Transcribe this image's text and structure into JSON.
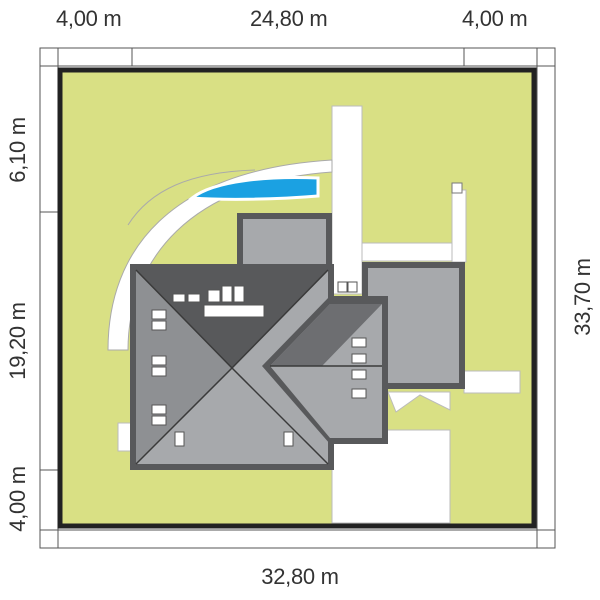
{
  "dimensions": {
    "top_left": "4,00 m",
    "top_middle": "24,80 m",
    "top_right": "4,00 m",
    "bottom": "32,80 m",
    "left_top": "6,10 m",
    "left_middle": "19,20 m",
    "left_bottom": "4,00 m",
    "right": "33,70 m"
  },
  "colors": {
    "plot": "#d9e084",
    "boundary": "#222222",
    "roof_light": "#a7a9ac",
    "roof_dark": "#58595b",
    "pool": "#1ba1e2",
    "paving": "#ffffff",
    "text": "#333333"
  }
}
